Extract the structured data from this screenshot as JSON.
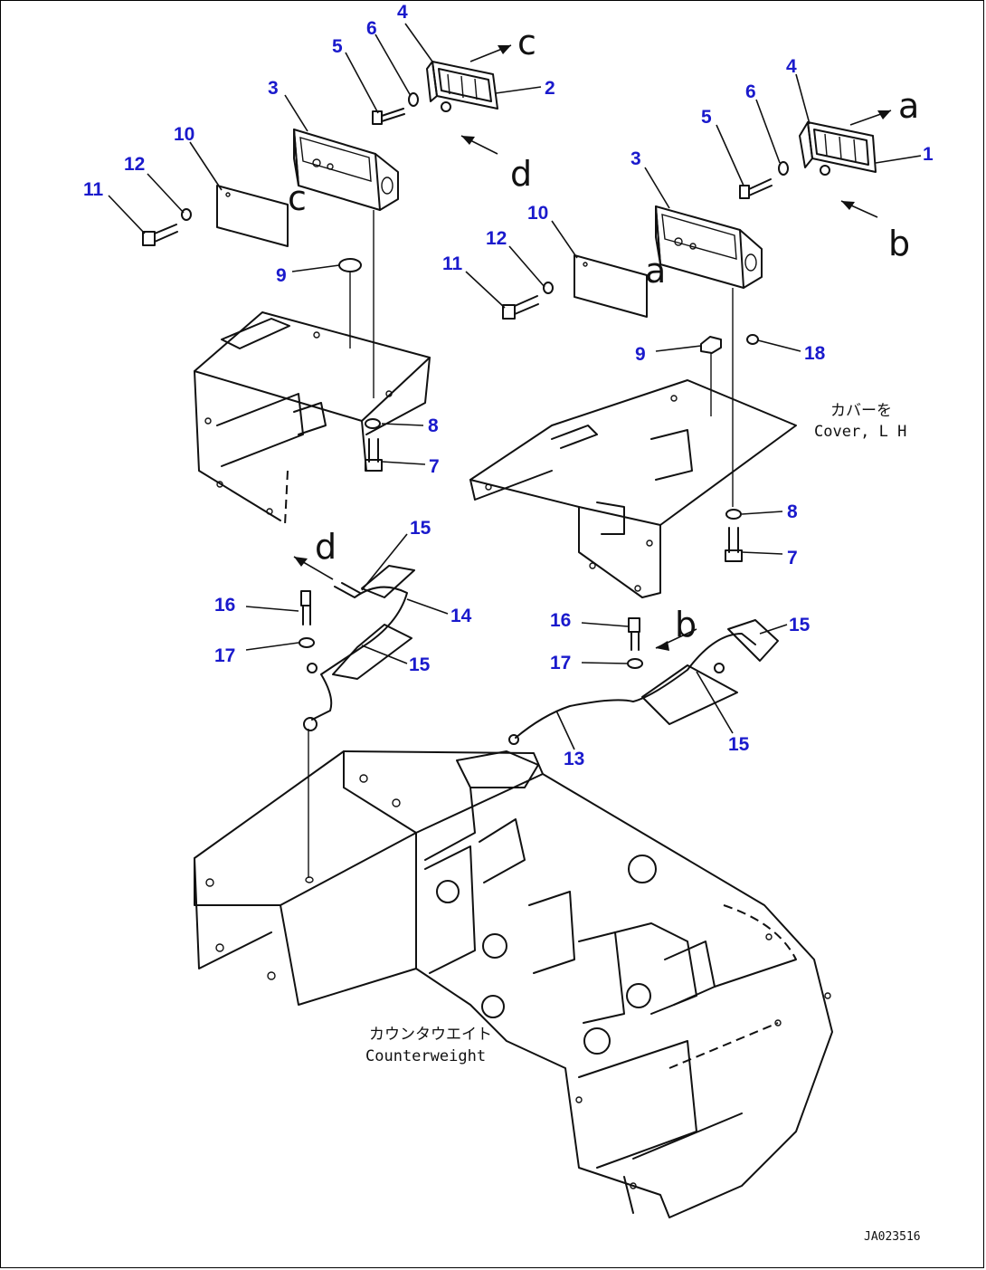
{
  "callouts": [
    {
      "id": "c4a",
      "text": "4"
    },
    {
      "id": "c6a",
      "text": "6"
    },
    {
      "id": "c5a",
      "text": "5"
    },
    {
      "id": "c2",
      "text": "2"
    },
    {
      "id": "c3a",
      "text": "3"
    },
    {
      "id": "c10a",
      "text": "10"
    },
    {
      "id": "c12a",
      "text": "12"
    },
    {
      "id": "c11a",
      "text": "11"
    },
    {
      "id": "c9a",
      "text": "9"
    },
    {
      "id": "c8a",
      "text": "8"
    },
    {
      "id": "c7a",
      "text": "7"
    },
    {
      "id": "c4b",
      "text": "4"
    },
    {
      "id": "c6b",
      "text": "6"
    },
    {
      "id": "c5b",
      "text": "5"
    },
    {
      "id": "c1",
      "text": "1"
    },
    {
      "id": "c3b",
      "text": "3"
    },
    {
      "id": "c10b",
      "text": "10"
    },
    {
      "id": "c12b",
      "text": "12"
    },
    {
      "id": "c11b",
      "text": "11"
    },
    {
      "id": "c9b",
      "text": "9"
    },
    {
      "id": "c18",
      "text": "18"
    },
    {
      "id": "c8b",
      "text": "8"
    },
    {
      "id": "c7b",
      "text": "7"
    },
    {
      "id": "c15a",
      "text": "15"
    },
    {
      "id": "c14",
      "text": "14"
    },
    {
      "id": "c16a",
      "text": "16"
    },
    {
      "id": "c17a",
      "text": "17"
    },
    {
      "id": "c15b",
      "text": "15"
    },
    {
      "id": "c16b",
      "text": "16"
    },
    {
      "id": "c17b",
      "text": "17"
    },
    {
      "id": "c15c",
      "text": "15"
    },
    {
      "id": "c15d",
      "text": "15"
    },
    {
      "id": "c13",
      "text": "13"
    }
  ],
  "connection_letters": {
    "c_top": "c",
    "d_top": "d",
    "c_plate": "c",
    "a_top": "a",
    "b_top": "b",
    "a_plate": "a",
    "d_harness": "d",
    "b_harness": "b"
  },
  "notes": {
    "cover_jp": "カバーを",
    "cover_en": "Cover, L H",
    "counterweight_jp": "カウンタウエイト",
    "counterweight_en": "Counterweight"
  },
  "drawing_code": "JA023516"
}
